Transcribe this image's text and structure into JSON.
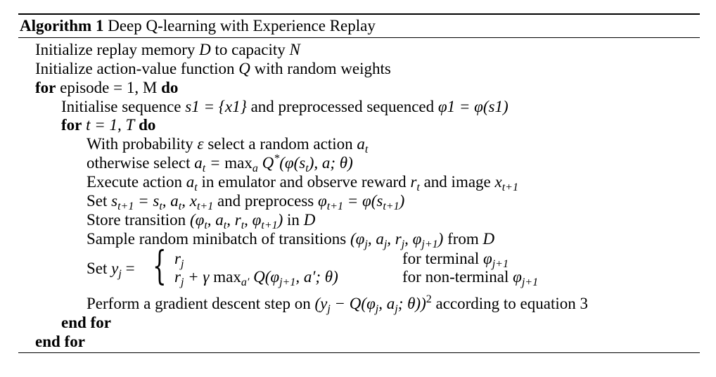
{
  "algorithm": {
    "label": "Algorithm 1",
    "title": "Deep Q-learning with Experience Replay"
  },
  "lines": {
    "init_memory": {
      "text": "Initialize replay memory",
      "sym": "D",
      "to": "to capacity",
      "cap": "N"
    },
    "init_q": {
      "text": "Initialize action-value function",
      "sym": "Q",
      "rest": "with random weights"
    },
    "for_episode": {
      "kw": "for",
      "text": "episode = 1, M",
      "kw_end": "do"
    },
    "init_seq": {
      "text": "Initialise sequence",
      "eq": "s1 = {x1}",
      "mid": "and preprocessed sequenced",
      "phi": "φ1 = φ(s1)"
    },
    "for_t": {
      "kw": "for",
      "text": "t = 1, T",
      "kw_end": "do"
    },
    "with_prob": {
      "text": "With probability",
      "eps": "ε",
      "rest": "select a random action",
      "a": "a"
    },
    "otherwise": {
      "text": "otherwise select",
      "expr": "a = max",
      "q": "Q*(φ(s), a; θ)"
    },
    "execute": {
      "text": "Execute action",
      "mid": "in emulator and observe reward",
      "img": "and image"
    },
    "set_s": {
      "text": "Set",
      "mid": "and preprocess"
    },
    "store": {
      "text": "Store transition",
      "in": "in",
      "sym": "D"
    },
    "sample": {
      "text": "Sample random minibatch of transitions",
      "from": "from",
      "sym": "D"
    },
    "set_y": {
      "text": "Set",
      "case1_cond": "for terminal",
      "case2_cond": "for non-terminal"
    },
    "gradient": {
      "text": "Perform a gradient descent step on",
      "rest": "according to equation 3"
    },
    "end_inner": {
      "kw": "end for"
    },
    "end_outer": {
      "kw": "end for"
    }
  }
}
